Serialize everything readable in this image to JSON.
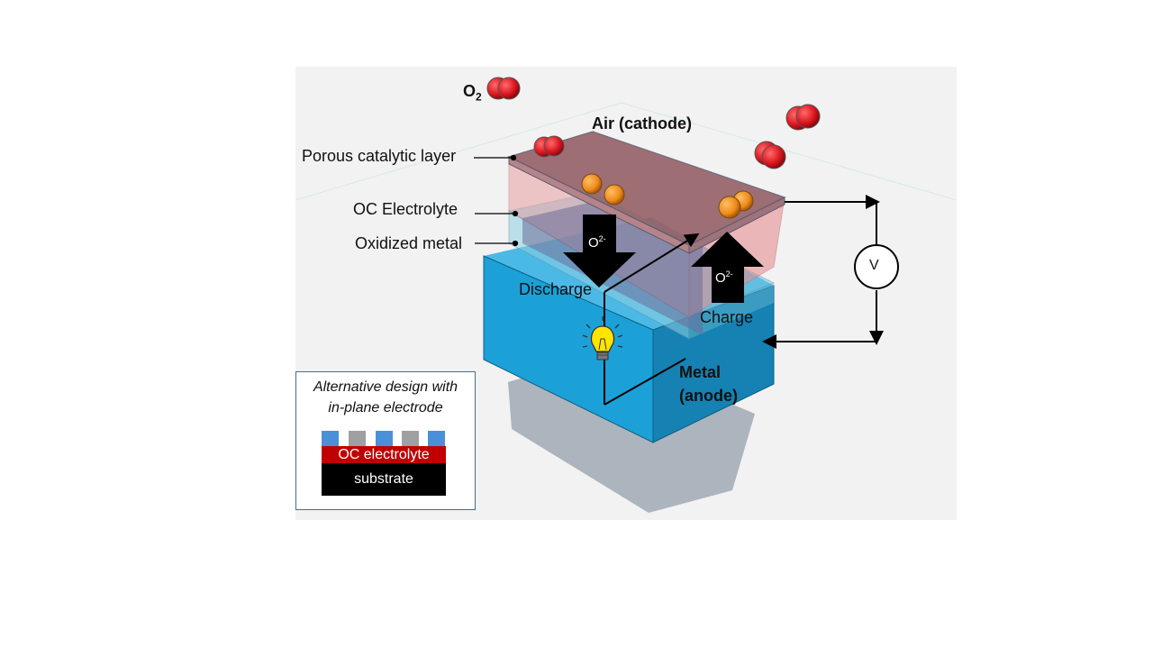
{
  "labels": {
    "o2": "O",
    "o2_sub": "2",
    "air_cathode": "Air (cathode)",
    "porous_layer": "Porous catalytic layer",
    "oc_electrolyte": "OC Electrolyte",
    "oxidized_metal": "Oxidized metal",
    "metal_anode_line1": "Metal",
    "metal_anode_line2": "(anode)",
    "voltmeter": "V"
  },
  "arrows": {
    "discharge_ion": "O",
    "discharge_ion_sup": "2-",
    "discharge_label": "Discharge",
    "charge_ion": "O",
    "charge_ion_sup": "2-",
    "charge_label": "Charge"
  },
  "inset": {
    "title_line1": "Alternative design with",
    "title_line2": "in-plane electrode",
    "electrolyte_label": "OC electrolyte",
    "substrate_label": "substrate"
  },
  "colors": {
    "metal": "#1ba1d8",
    "electrolyte": "#e9a0a3",
    "catalytic_layer": "#9e6a6f",
    "oxygen_atom": "#d8121c",
    "oxide_ion": "#ee8a1a",
    "inset_electrolyte": "#c00000",
    "inset_substrate": "#000000",
    "inset_electrode_blue": "#4a90d9",
    "inset_electrode_gray": "#a0a0a0",
    "bulb": "#ffe400"
  },
  "icons": [
    "lightbulb-icon",
    "voltmeter-icon",
    "oxygen-molecule-icon",
    "oxide-ion-icon"
  ]
}
